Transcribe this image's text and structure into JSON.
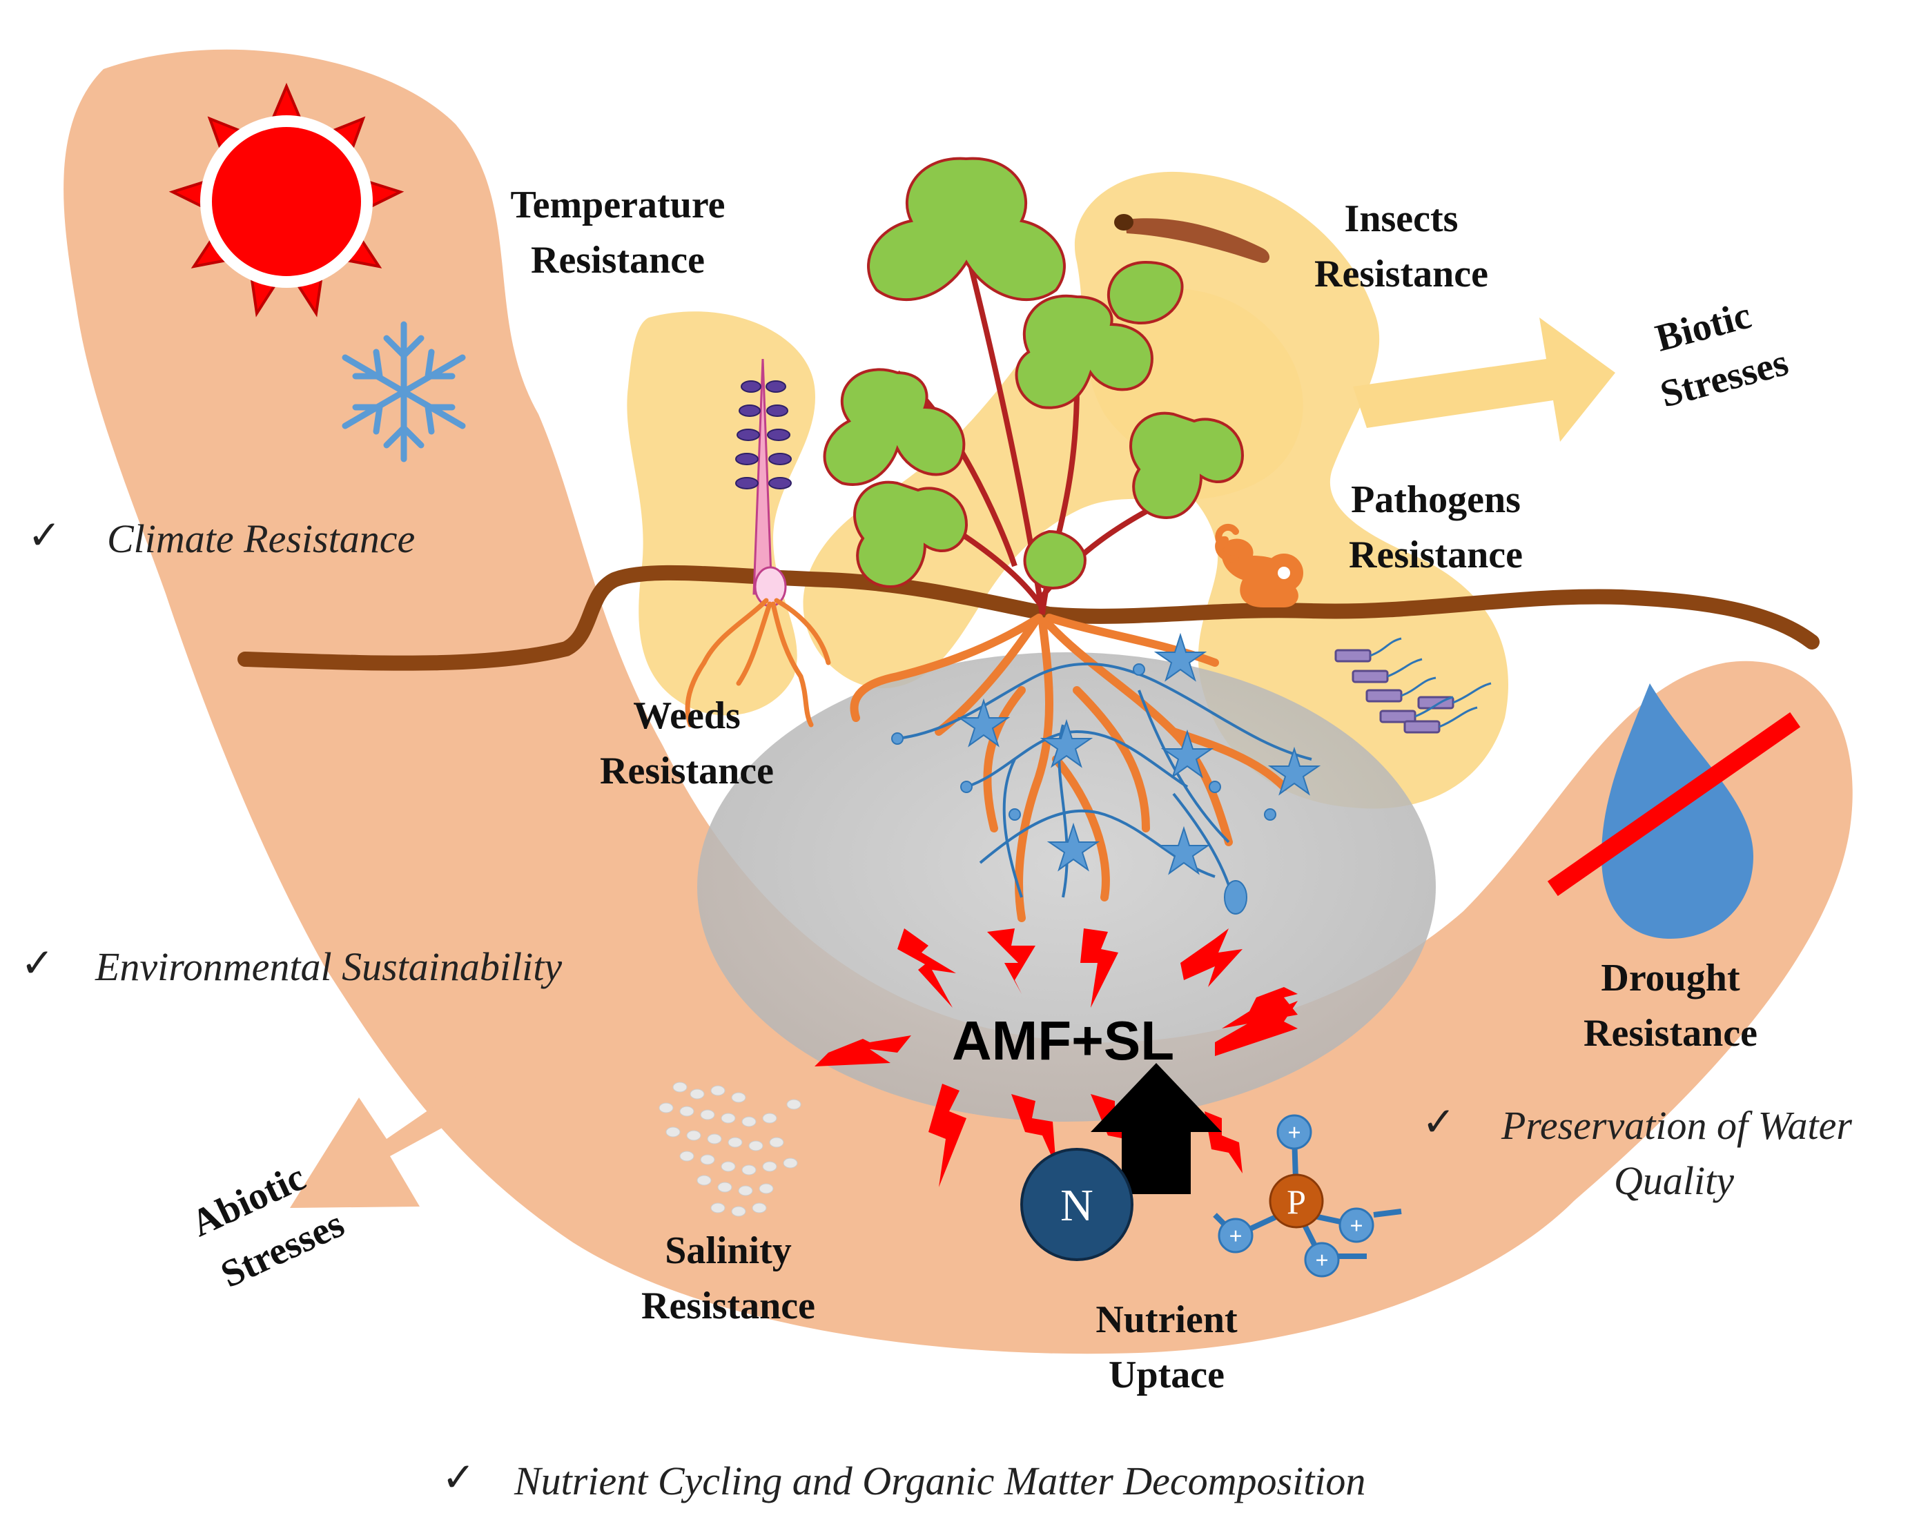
{
  "labels": {
    "temperature": [
      "Temperature",
      "Resistance"
    ],
    "insects": [
      "Insects",
      "Resistance"
    ],
    "biotic": [
      "Biotic",
      "Stresses"
    ],
    "pathogens": [
      "Pathogens",
      "Resistance"
    ],
    "weeds": [
      "Weeds",
      "Resistance"
    ],
    "drought": [
      "Drought",
      "Resistance"
    ],
    "salinity": [
      "Salinity",
      "Resistance"
    ],
    "nutrient": [
      "Nutrient",
      "Uptace"
    ],
    "abiotic": [
      "Abiotic",
      "Stresses"
    ],
    "center": "AMF+SL",
    "nitrogen": "N",
    "phosphorus": "P"
  },
  "benefits": {
    "check": "✓",
    "climate": "Climate Resistance",
    "environment": "Environmental Sustainability",
    "water": [
      "Preservation of Water",
      "Quality"
    ],
    "cycling": "Nutrient Cycling and Organic Matter Decomposition"
  },
  "colors": {
    "abiotic_band": "#f4bd96",
    "biotic_band": "#fbd98a",
    "soil_line": "#8b4513",
    "sun": "#ff0000",
    "snowflake": "#5b9bd5",
    "water_drop": "#4f8fcf",
    "leaf": "#8cc84b",
    "leaf_vein": "#b22222",
    "root": "#ed7d31",
    "hypha": "#2e75b6",
    "amf_zone": "#bfbfbf",
    "lightning": "#ff0000",
    "nitrogen": "#1f4e79",
    "phosphorus": "#c55a11"
  }
}
